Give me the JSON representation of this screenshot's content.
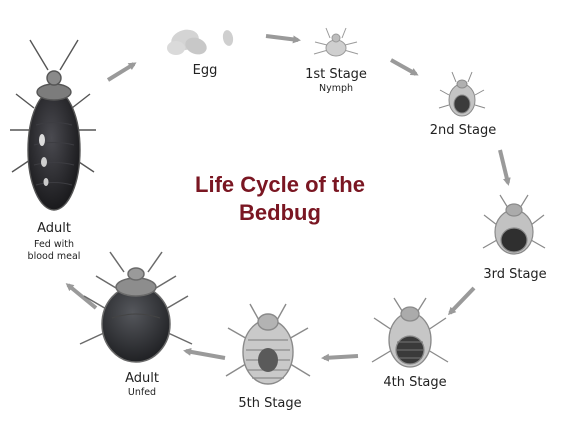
{
  "title": {
    "line1": "Life Cycle of the",
    "line2": "Bedbug"
  },
  "stages": {
    "egg": {
      "label": "Egg"
    },
    "stage1": {
      "label": "1st Stage",
      "sublabel": "Nymph"
    },
    "stage2": {
      "label": "2nd Stage"
    },
    "stage3": {
      "label": "3rd Stage"
    },
    "stage4": {
      "label": "4th Stage"
    },
    "stage5": {
      "label": "5th Stage"
    },
    "adult_unfed": {
      "label": "Adult",
      "sublabel": "Unfed"
    },
    "adult_fed": {
      "label": "Adult",
      "sublabel_line1": "Fed with",
      "sublabel_line2": "blood meal"
    }
  },
  "colors": {
    "title": "#7a1622",
    "arrow": "#9a9a9a",
    "fed_body": "#1f1f22",
    "bug_body": "#b9b9b9",
    "bug_dark": "#3a3a3a"
  }
}
